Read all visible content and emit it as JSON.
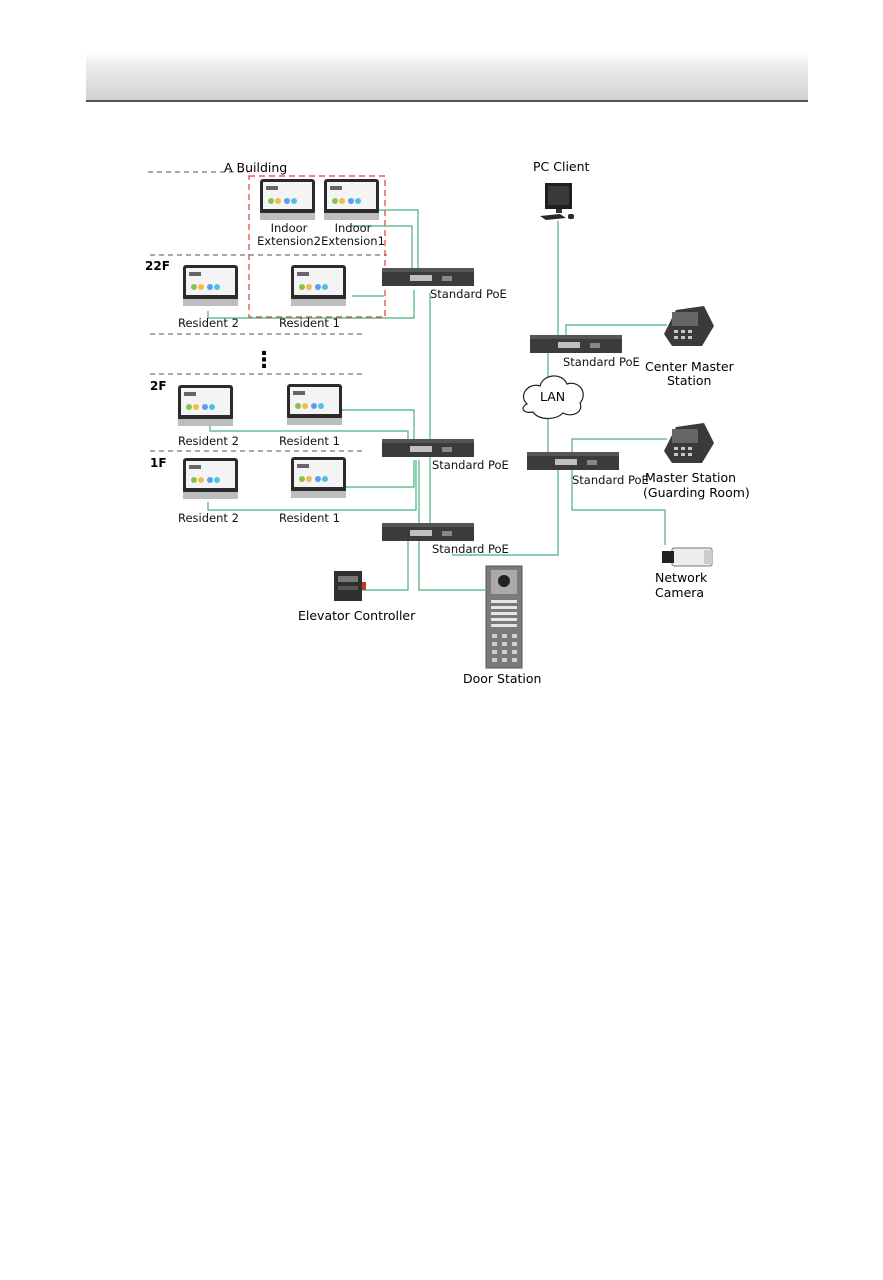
{
  "diagram": {
    "building_label": "A Building",
    "floors": {
      "f22": "22F",
      "f2": "2F",
      "f1": "1F"
    },
    "ellipsis": "⋮",
    "devices": {
      "indoor_extension2": [
        "Indoor",
        "Extension2"
      ],
      "indoor_extension1": [
        "Indoor",
        "Extension1"
      ],
      "resident2": "Resident 2",
      "resident1": "Resident 1",
      "standard_poe": "Standard PoE",
      "pc_client": "PC Client",
      "center_master_station": [
        "Center Master",
        "Station"
      ],
      "lan": "LAN",
      "master_station": [
        "Master Station",
        "(Guarding Room)"
      ],
      "network_camera": [
        "Network",
        "Camera"
      ],
      "elevator_controller": "Elevator Controller",
      "door_station": "Door Station"
    },
    "colors": {
      "cable": "#49b27b",
      "building_border": "#e23b3b"
    },
    "icons": [
      "indoor-monitor-icon",
      "poe-switch-icon",
      "pc-client-icon",
      "master-station-icon",
      "network-camera-icon",
      "elevator-controller-icon",
      "door-station-icon",
      "cloud-icon"
    ]
  }
}
